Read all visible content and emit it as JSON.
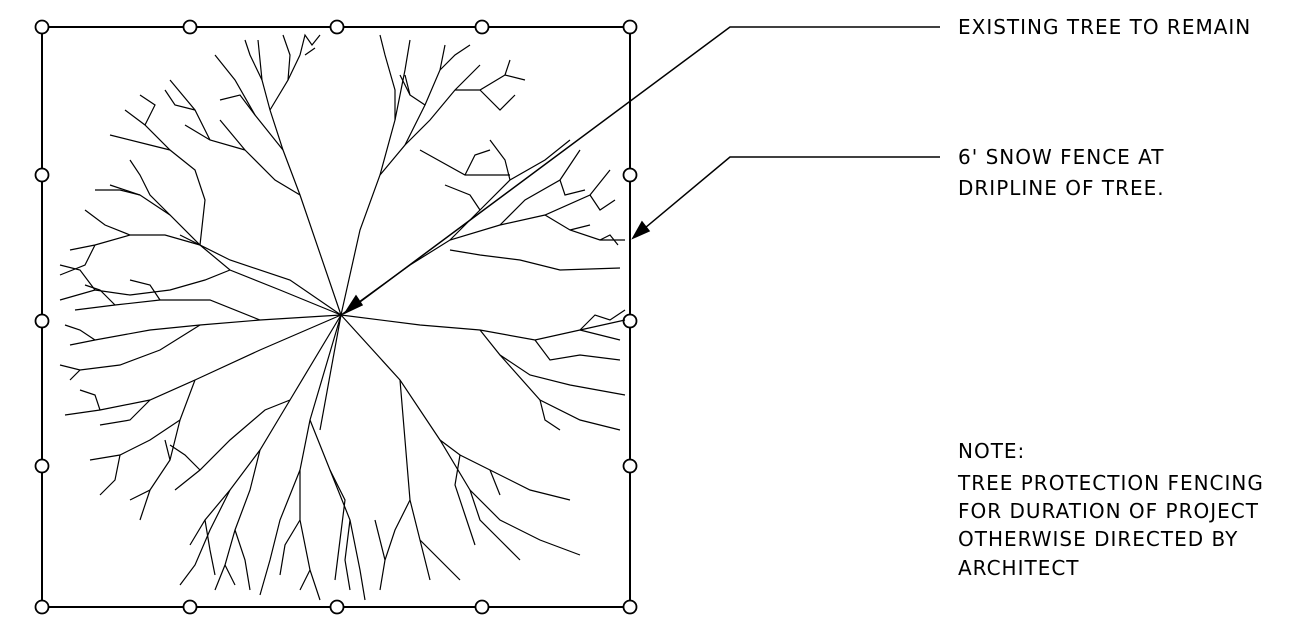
{
  "labels": {
    "existing_tree": "EXISTING TREE TO REMAIN",
    "fence_line1": "6' SNOW FENCE AT",
    "fence_line2": "DRIPLINE OF TREE.",
    "note_title": "NOTE:",
    "note_line1": "TREE PROTECTION FENCING",
    "note_line2": "FOR DURATION OF PROJECT",
    "note_line3": "OTHERWISE DIRECTED BY",
    "note_line4": "ARCHITECT"
  },
  "colors": {
    "ink": "#000000",
    "paper": "#ffffff"
  }
}
